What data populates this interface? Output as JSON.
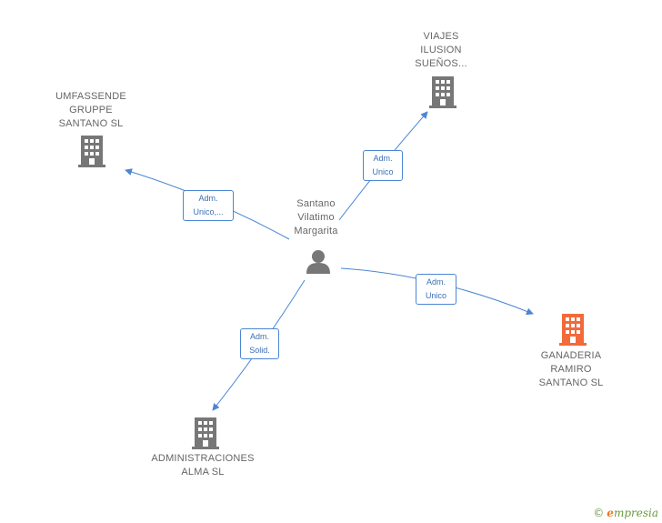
{
  "center": {
    "lines": [
      "Santano",
      "Vilatimo",
      "Margarita"
    ],
    "icon": "person-icon"
  },
  "companies": [
    {
      "id": "umfassende",
      "lines": [
        "UMFASSENDE",
        "GRUPPE",
        "SANTANO  SL"
      ],
      "icon": "building-icon",
      "color": "#777777"
    },
    {
      "id": "viajes",
      "lines": [
        "VIAJES",
        "ILUSION",
        "SUEÑOS..."
      ],
      "icon": "building-icon",
      "color": "#777777"
    },
    {
      "id": "ganaderia",
      "lines": [
        "GANADERIA",
        "RAMIRO",
        "SANTANO  SL"
      ],
      "icon": "building-icon",
      "color": "#f26a3a"
    },
    {
      "id": "administraciones",
      "lines": [
        "ADMINISTRACIONES",
        "ALMA SL"
      ],
      "icon": "building-icon",
      "color": "#777777"
    }
  ],
  "edges": [
    {
      "to": "umfassende",
      "label": [
        "Adm.",
        "Unico,..."
      ]
    },
    {
      "to": "viajes",
      "label": [
        "Adm.",
        "Unico"
      ]
    },
    {
      "to": "ganaderia",
      "label": [
        "Adm.",
        "Unico"
      ]
    },
    {
      "to": "administraciones",
      "label": [
        "Adm.",
        "Solid."
      ]
    }
  ],
  "colors": {
    "edge": "#4a86d4",
    "text": "#666666",
    "icon_default": "#777777",
    "icon_highlight": "#f26a3a"
  },
  "footer": {
    "copyright_symbol": "©",
    "brand_initial": "e",
    "brand_rest": "mpresia"
  }
}
